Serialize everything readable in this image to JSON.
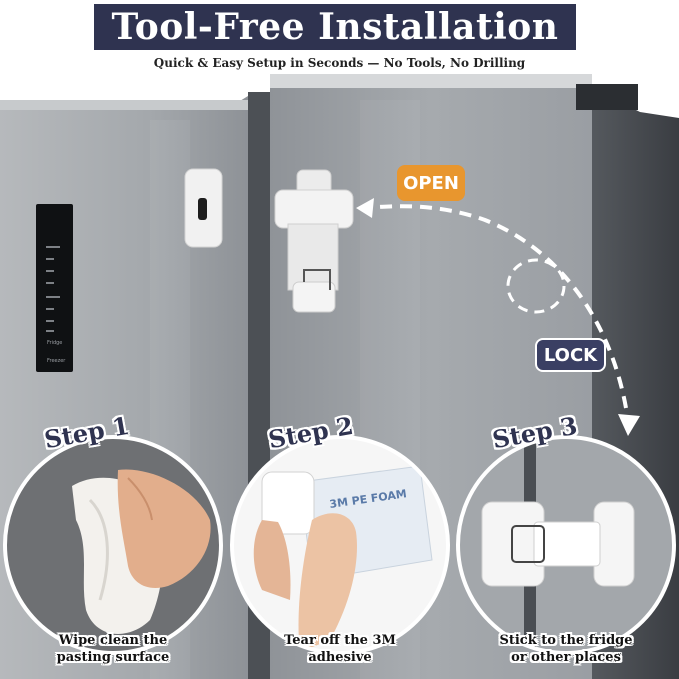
{
  "header": {
    "title": "Tool-Free Installation",
    "subtitle": "Quick & Easy Setup in Seconds — No Tools, No Drilling"
  },
  "labels": {
    "open": "OPEN",
    "lock": "LOCK"
  },
  "display_panel": {
    "lines": [
      "Fridge",
      "Freezer"
    ]
  },
  "tape_print": "3M PE FOAM",
  "steps": [
    {
      "title": "Step 1",
      "caption_line1": "Wipe clean the",
      "caption_line2": "pasting surface"
    },
    {
      "title": "Step 2",
      "caption_line1": "Tear off the 3M",
      "caption_line2": "adhesive"
    },
    {
      "title": "Step 3",
      "caption_line1": "Stick to the fridge",
      "caption_line2": "or other places"
    }
  ],
  "colors": {
    "banner": "#2f3350",
    "open_badge": "#e8962e",
    "lock_badge": "#3a3f63",
    "fridge_steel": "#a9adb1"
  }
}
